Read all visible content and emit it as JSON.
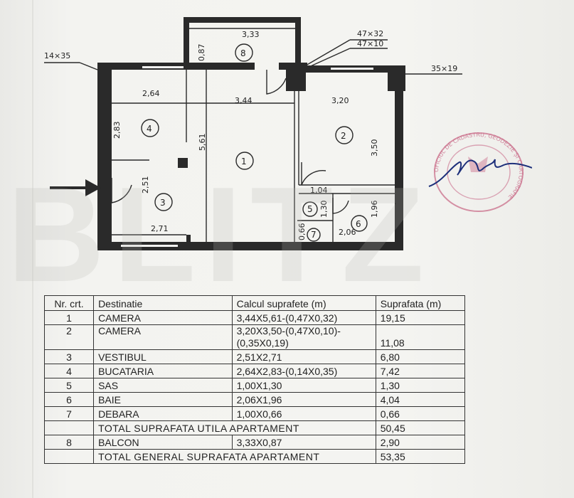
{
  "plan": {
    "dims": {
      "left_col": "14×35",
      "top_right_1": "47×32",
      "top_right_2": "47×10",
      "right_col": "35×19",
      "balcony_w": "3,33",
      "balcony_h": "0,87",
      "kitchen_w": "2,64",
      "kitchen_h": "2,83",
      "room1_w": "3,44",
      "room1_h": "5,61",
      "room2_w": "3,20",
      "room2_h": "3,50",
      "hall_h": "2,51",
      "hall_w": "2,71",
      "sas_w": "1,04",
      "sas_h": "1,30",
      "bath_w": "2,06",
      "bath_h": "1,96",
      "storage_w": "0,66"
    },
    "rooms": [
      "1",
      "2",
      "3",
      "4",
      "5",
      "6",
      "7",
      "8"
    ]
  },
  "stamp_text": "OFICIUL DE CADASTRU, GEODEZIE ȘI CARTOGRAFIE",
  "watermark": "BLITZ",
  "table": {
    "headers": [
      "Nr. crt.",
      "Destinatie",
      "Calcul suprafete (m)",
      "Suprafata (m)"
    ],
    "rows": [
      {
        "nr": "1",
        "dest": "CAMERA",
        "calc": "3,44X5,61-(0,47X0,32)",
        "calc2": "",
        "area": "19,15"
      },
      {
        "nr": "2",
        "dest": "CAMERA",
        "calc": "3,20X3,50-(0,47X0,10)-",
        "calc2": "(0,35X0,19)",
        "area": "11,08"
      },
      {
        "nr": "3",
        "dest": "VESTIBUL",
        "calc": "2,51X2,71",
        "calc2": "",
        "area": "6,80"
      },
      {
        "nr": "4",
        "dest": "BUCATARIA",
        "calc": "2,64X2,83-(0,14X0,35)",
        "calc2": "",
        "area": "7,42"
      },
      {
        "nr": "5",
        "dest": "SAS",
        "calc": "1,00X1,30",
        "calc2": "",
        "area": "1,30"
      },
      {
        "nr": "6",
        "dest": "BAIE",
        "calc": "2,06X1,96",
        "calc2": "",
        "area": "4,04"
      },
      {
        "nr": "7",
        "dest": "DEBARA",
        "calc": "1,00X0,66",
        "calc2": "",
        "area": "0,66"
      }
    ],
    "total_useful_label": "TOTAL SUPRAFATA UTILA APARTAMENT",
    "total_useful_value": "50,45",
    "balcony": {
      "nr": "8",
      "dest": "BALCON",
      "calc": "3,33X0,87",
      "area": "2,90"
    },
    "total_general_label": "TOTAL GENERAL SUPRAFATA APARTAMENT",
    "total_general_value": "53,35"
  }
}
